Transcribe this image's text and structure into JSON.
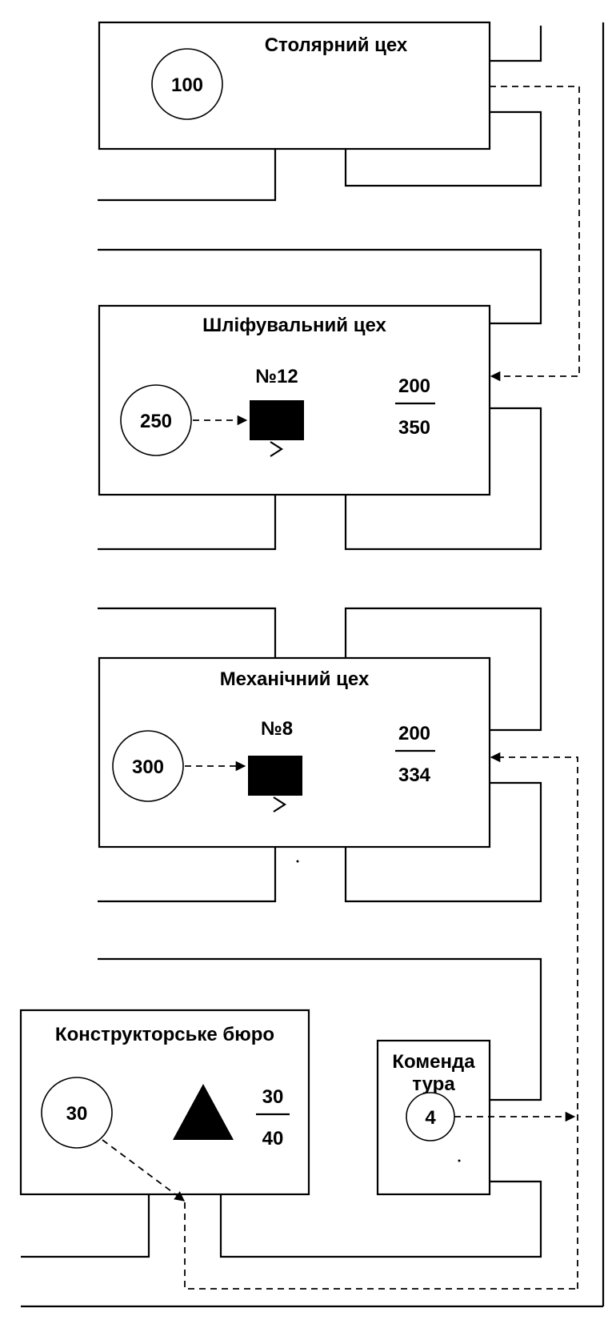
{
  "departments": {
    "carpentry": {
      "title": "Столярний цех",
      "people": "100"
    },
    "grinding": {
      "title": "Шліфувальний цех",
      "people": "250",
      "workplace": "№12",
      "ratio_top": "200",
      "ratio_bottom": "350"
    },
    "mechanical": {
      "title": "Механічний цех",
      "people": "300",
      "workplace": "№8",
      "ratio_top": "200",
      "ratio_bottom": "334"
    },
    "design": {
      "title": "Конструкторське бюро",
      "people": "30",
      "ratio_top": "30",
      "ratio_bottom": "40"
    },
    "commandant": {
      "title_line1": "Коменда",
      "title_line2": "тура",
      "people": "4"
    }
  }
}
